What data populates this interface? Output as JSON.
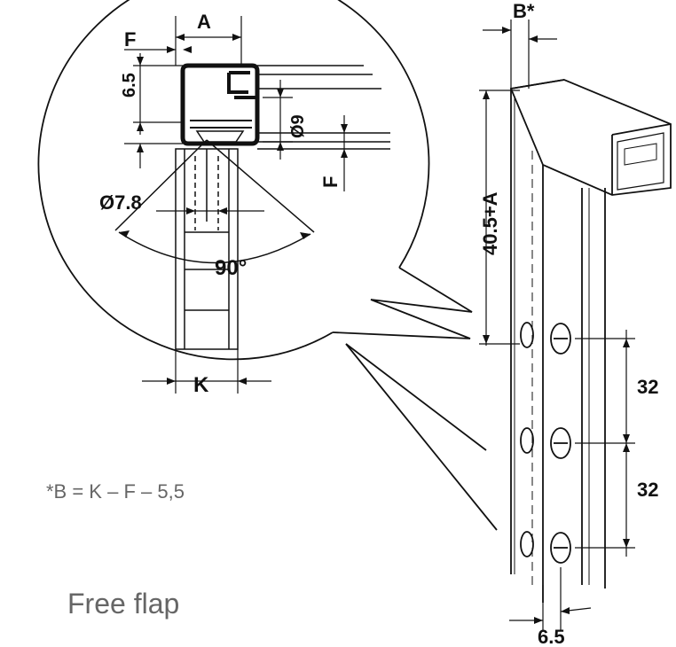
{
  "labels": {
    "A": "A",
    "F_top": "F",
    "dim_6_5_top": "6.5",
    "dia_9": "Ø9",
    "F_right": "F",
    "dia_7_8": "Ø7.8",
    "angle_90": "90°",
    "K": "K",
    "B_star": "B*",
    "dim_40_5_A": "40.5+A",
    "dim_32_upper": "32",
    "dim_32_lower": "32",
    "dim_6_5_bottom": "6.5"
  },
  "footnote": "*B = K – F – 5,5",
  "caption": "Free flap",
  "colors": {
    "line": "#111111",
    "note": "#666666",
    "background": "#ffffff"
  }
}
